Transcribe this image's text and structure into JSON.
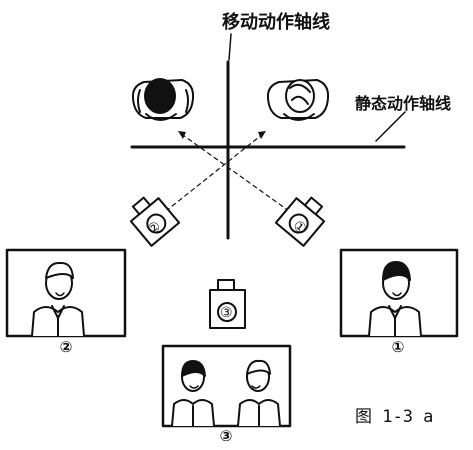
{
  "labels": {
    "moving_axis": "移动动作轴线",
    "static_axis": "静态动作轴线",
    "figure_caption": "图 1-3 a"
  },
  "cameras": [
    {
      "id": "camera-1",
      "number": "①"
    },
    {
      "id": "camera-2",
      "number": "②"
    },
    {
      "id": "camera-3",
      "number": "③"
    }
  ],
  "frames": [
    {
      "id": "frame-2",
      "number": "②",
      "persons": 1
    },
    {
      "id": "frame-1",
      "number": "①",
      "persons": 1
    },
    {
      "id": "frame-3",
      "number": "③",
      "persons": 2
    }
  ],
  "colors": {
    "ink": "#111111",
    "hair_dark": "#111111",
    "hair_light": "#ffffff"
  }
}
